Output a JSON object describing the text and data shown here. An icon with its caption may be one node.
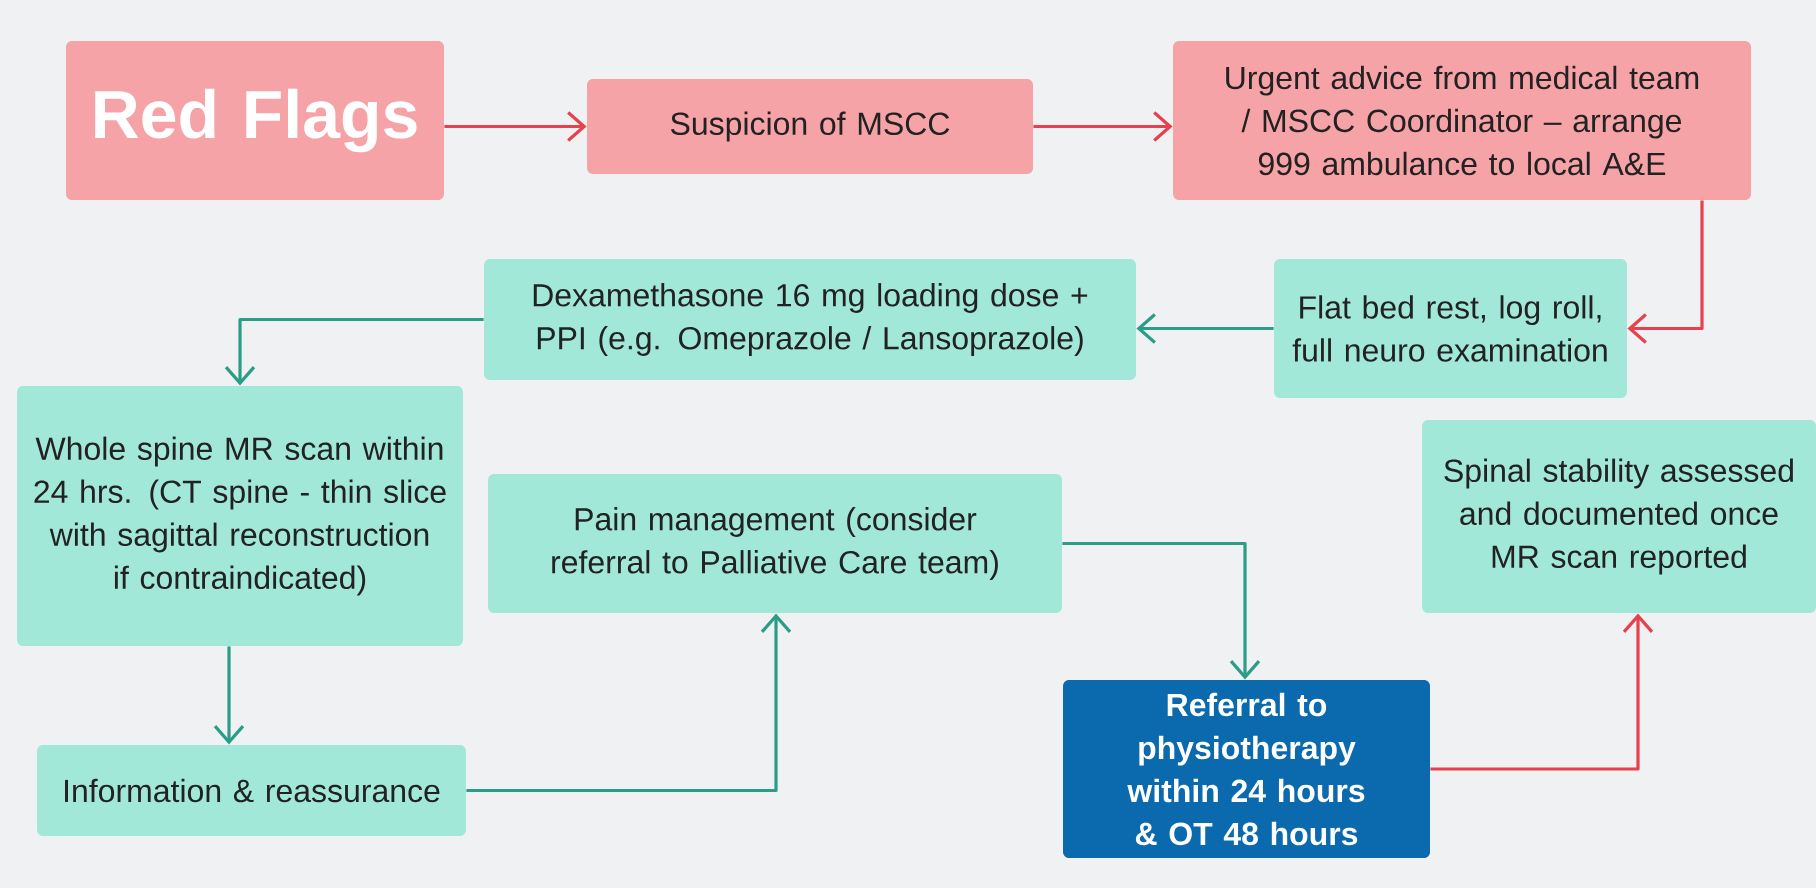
{
  "diagram": {
    "nodes": [
      {
        "text": [
          "Red Flags"
        ]
      },
      {
        "text": [
          "Suspicion of MSCC"
        ]
      },
      {
        "text": [
          "Urgent advice from medical team / MSCC Coordinator – arrange 999 ambulance to local A&E"
        ]
      },
      {
        "text": [
          "Flat bed rest, log roll, full neuro examination"
        ]
      },
      {
        "text": [
          "Dexamethasone 16 mg loading dose + PPI (e.g. Omeprazole / Lansoprazole)"
        ]
      },
      {
        "text": [
          "Whole spine MR scan within 24 hrs. (CT spine - thin slice with sagittal reconstruction if contraindicated)"
        ]
      },
      {
        "text": [
          "Pain management (consider referral to Palliative Care team)"
        ]
      },
      {
        "text": [
          "Information & reassurance"
        ]
      },
      {
        "text": [
          "Referral to physiotherapy within 24 hours & OT 48 hours"
        ]
      },
      {
        "text": [
          "Spinal stability assessed and documented once MR scan reported"
        ]
      }
    ],
    "edges": [
      {
        "from": 0,
        "to": 1,
        "arrow": "to",
        "color": "#e8404e"
      },
      {
        "from": 1,
        "to": 2,
        "arrow": "to",
        "color": "#e8404e"
      },
      {
        "from": 2,
        "to": 3,
        "arrow": "to",
        "color": "#e8404e"
      },
      {
        "from": 3,
        "to": 4,
        "arrow": "to"
      },
      {
        "from": 4,
        "to": 5,
        "arrow": "to"
      },
      {
        "from": 5,
        "to": 7,
        "arrow": "to"
      },
      {
        "from": 7,
        "to": 6,
        "arrow": "to"
      },
      {
        "from": 6,
        "to": 8,
        "arrow": "to"
      },
      {
        "from": 8,
        "to": 9,
        "arrow": "to",
        "color": "#e8404e"
      }
    ]
  }
}
